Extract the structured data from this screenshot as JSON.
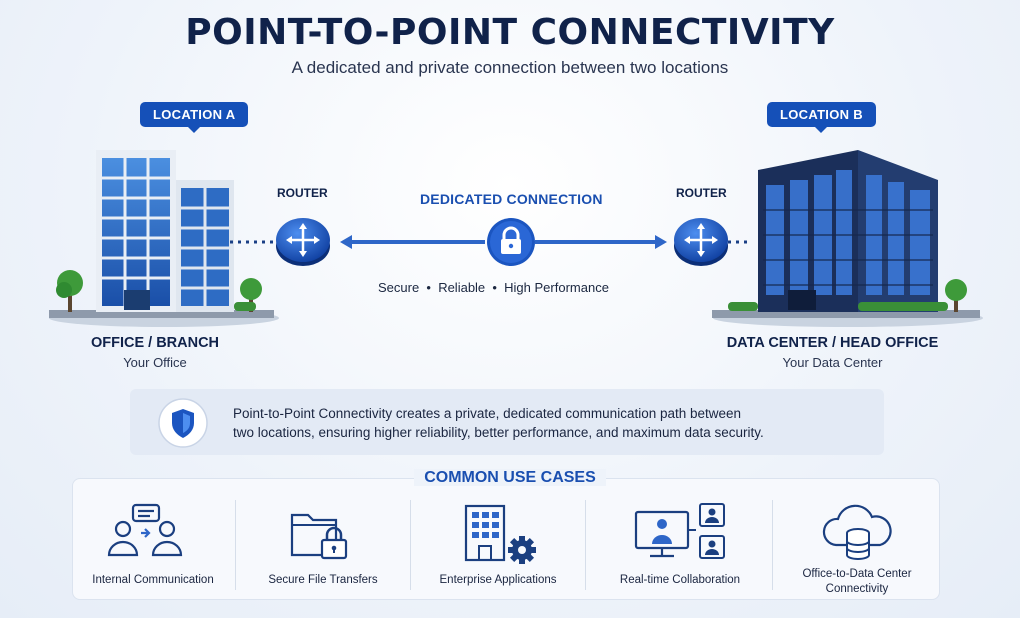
{
  "header": {
    "title": "POINT-TO-POINT CONNECTIVITY",
    "subtitle": "A dedicated and private connection between two locations"
  },
  "location_a": {
    "badge": "LOCATION A",
    "name": "OFFICE / BRANCH",
    "sub": "Your Office",
    "router_label": "ROUTER"
  },
  "location_b": {
    "badge": "LOCATION B",
    "name": "DATA CENTER / HEAD OFFICE",
    "sub": "Your Data Center",
    "router_label": "ROUTER"
  },
  "connection": {
    "label": "DEDICATED CONNECTION",
    "features": "Secure  •  Reliable  •  High Performance"
  },
  "info": {
    "line1": "Point-to-Point Connectivity creates a private, dedicated communication path between",
    "line2": "two locations, ensuring higher reliability, better performance, and maximum data security."
  },
  "use_cases": {
    "title": "COMMON USE CASES",
    "items": [
      {
        "label": "Internal Communication",
        "icon": "chat-users-icon"
      },
      {
        "label": "Secure File Transfers",
        "icon": "folder-lock-icon"
      },
      {
        "label": "Enterprise Applications",
        "icon": "building-gear-icon"
      },
      {
        "label": "Real-time Collaboration",
        "icon": "video-call-icon"
      },
      {
        "label_line1": "Office-to-Data Center",
        "label_line2": "Connectivity",
        "icon": "cloud-database-icon"
      }
    ]
  },
  "colors": {
    "primary": "#1550b8",
    "dark_text": "#10224a",
    "accent_text": "#1a4fb0",
    "background": "#eef3fa"
  }
}
